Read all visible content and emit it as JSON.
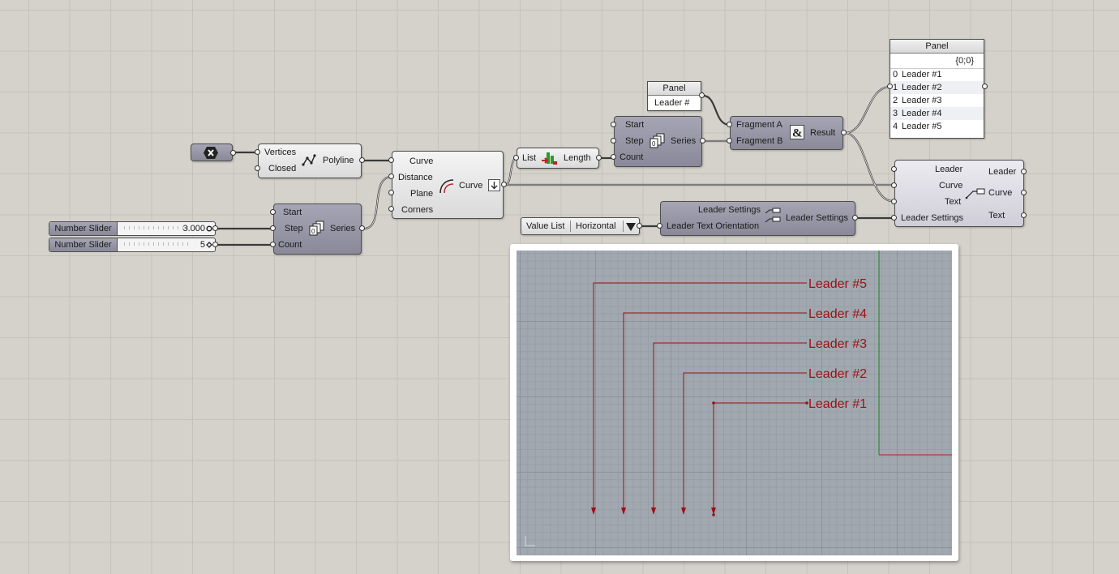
{
  "components": {
    "boolean_toggle": {
      "icon": "close-x-icon"
    },
    "polyline": {
      "inputs": [
        "Vertices",
        "Closed"
      ],
      "name": "Polyline",
      "icon": "polyline-icon"
    },
    "series1": {
      "inputs": [
        "Start",
        "Step",
        "Count"
      ],
      "name": "Series",
      "icon": "series-icon"
    },
    "sliders": [
      {
        "name": "Number Slider",
        "value": "3.000",
        "icon": "slider-circle-icon"
      },
      {
        "name": "Number Slider",
        "value": "5",
        "icon": "slider-diamond-icon"
      }
    ],
    "curve": {
      "inputs": [
        "Curve",
        "Distance",
        "Plane",
        "Corners"
      ],
      "name": "Curve",
      "icon": "offset-curve-icon",
      "output_icon": "arrow-down-icon"
    },
    "length": {
      "input": "List",
      "name": "Length",
      "icon": "list-length-icon"
    },
    "series2": {
      "inputs": [
        "Start",
        "Step",
        "Count"
      ],
      "name": "Series",
      "icon": "series-icon"
    },
    "panel_small": {
      "title": "Panel",
      "content": "Leader #"
    },
    "concat": {
      "inputs": [
        "Fragment A",
        "Fragment B"
      ],
      "name": "Result",
      "icon": "ampersand-icon"
    },
    "panel_big": {
      "title": "Panel",
      "path": "{0;0}",
      "rows": [
        {
          "index": "0",
          "text": "Leader #1"
        },
        {
          "index": "1",
          "text": "Leader #2"
        },
        {
          "index": "2",
          "text": "Leader #3"
        },
        {
          "index": "3",
          "text": "Leader #4"
        },
        {
          "index": "4",
          "text": "Leader #5"
        }
      ]
    },
    "leader": {
      "inputs": [
        "Leader",
        "Curve",
        "Text",
        "Leader Settings"
      ],
      "outputs": [
        "Leader",
        "Curve",
        "Text"
      ],
      "icon": "leader-icon"
    },
    "leader_settings": {
      "inputs": [
        "Leader Settings",
        "Leader Text Orientation"
      ],
      "name": "Leader Settings",
      "icon": "leader-settings-icon"
    },
    "value_list": {
      "name": "Value List",
      "value": "Horizontal",
      "icon": "dropdown-triangle-icon"
    }
  },
  "viewport": {
    "leaders": [
      "Leader #5",
      "Leader #4",
      "Leader #3",
      "Leader #2",
      "Leader #1"
    ],
    "leader_color": "#9a1014",
    "axis_x_color": "#b02020",
    "axis_y_color": "#208020"
  }
}
